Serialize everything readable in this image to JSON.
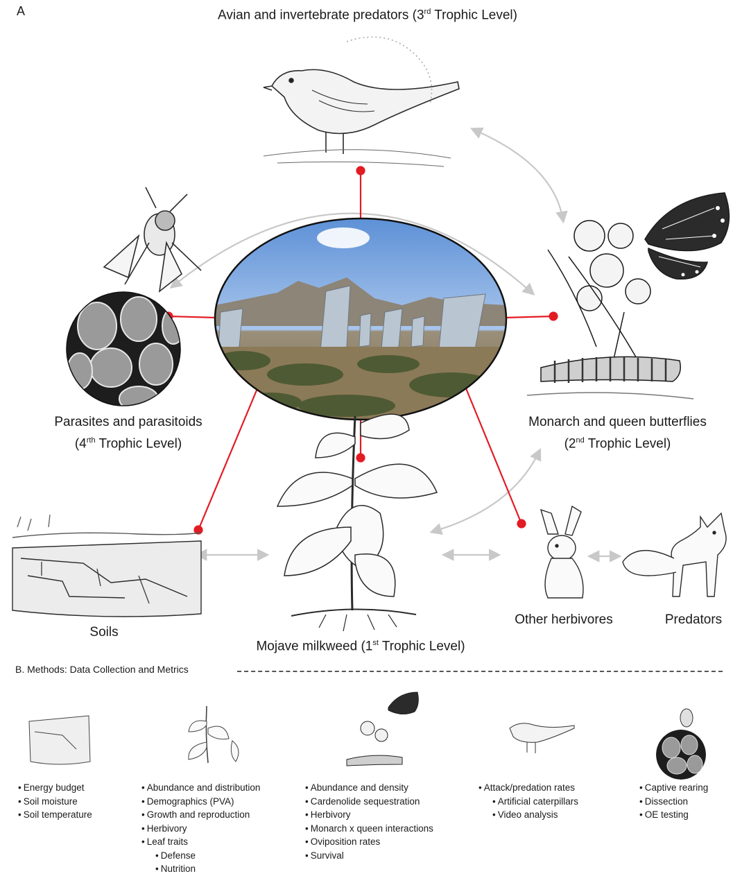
{
  "panel_a_letter": "A",
  "nodes": {
    "avian": {
      "title": "Avian and invertebrate predators (3",
      "sup": "rd",
      "tail": "  Trophic Level)"
    },
    "parasites": {
      "line1": "Parasites and parasitoids",
      "pre": "(4",
      "sup": "rth",
      "tail": "  Trophic Level)"
    },
    "monarch": {
      "line1": "Monarch and queen butterflies",
      "pre": "(2",
      "sup": "nd",
      "tail": "  Trophic Level)"
    },
    "milkweed": {
      "pre": "Mojave milkweed  (1",
      "sup": "st",
      "tail": " Trophic Level)"
    },
    "soils": {
      "label": "Soils"
    },
    "herbivores": {
      "label": "Other herbivores"
    },
    "predators": {
      "label": "Predators"
    }
  },
  "colors": {
    "connector": "#e31b23",
    "arrow": "#c8c8c8",
    "ink": "#1a1a1a"
  },
  "methods": {
    "heading": "B. Methods: Data Collection and Metrics",
    "columns": [
      {
        "icon": "soil-icon",
        "items": [
          {
            "text": "Energy budget"
          },
          {
            "text": "Soil moisture"
          },
          {
            "text": "Soil temperature"
          }
        ]
      },
      {
        "icon": "milkweed-icon",
        "items": [
          {
            "text": "Abundance and distribution"
          },
          {
            "text": "Demographics (PVA)"
          },
          {
            "text": "Growth and reproduction"
          },
          {
            "text": "Herbivory"
          },
          {
            "text": "Leaf traits"
          },
          {
            "text": "Defense",
            "sub": true
          },
          {
            "text": "Nutrition",
            "sub": true
          }
        ]
      },
      {
        "icon": "butterfly-icon",
        "items": [
          {
            "text": "Abundance and density"
          },
          {
            "text": "Cardenolide sequestration"
          },
          {
            "text": "Herbivory"
          },
          {
            "text": "Monarch x queen interactions"
          },
          {
            "text": "Oviposition rates"
          },
          {
            "text": "Survival"
          }
        ]
      },
      {
        "icon": "bird-icon",
        "items": [
          {
            "text": "Attack/predation rates"
          },
          {
            "text": "Artificial caterpillars",
            "sub": true
          },
          {
            "text": "Video analysis",
            "sub": true
          }
        ]
      },
      {
        "icon": "fly-icon",
        "items": [
          {
            "text": "Captive rearing"
          },
          {
            "text": "Dissection"
          },
          {
            "text": "OE testing"
          }
        ]
      }
    ]
  }
}
